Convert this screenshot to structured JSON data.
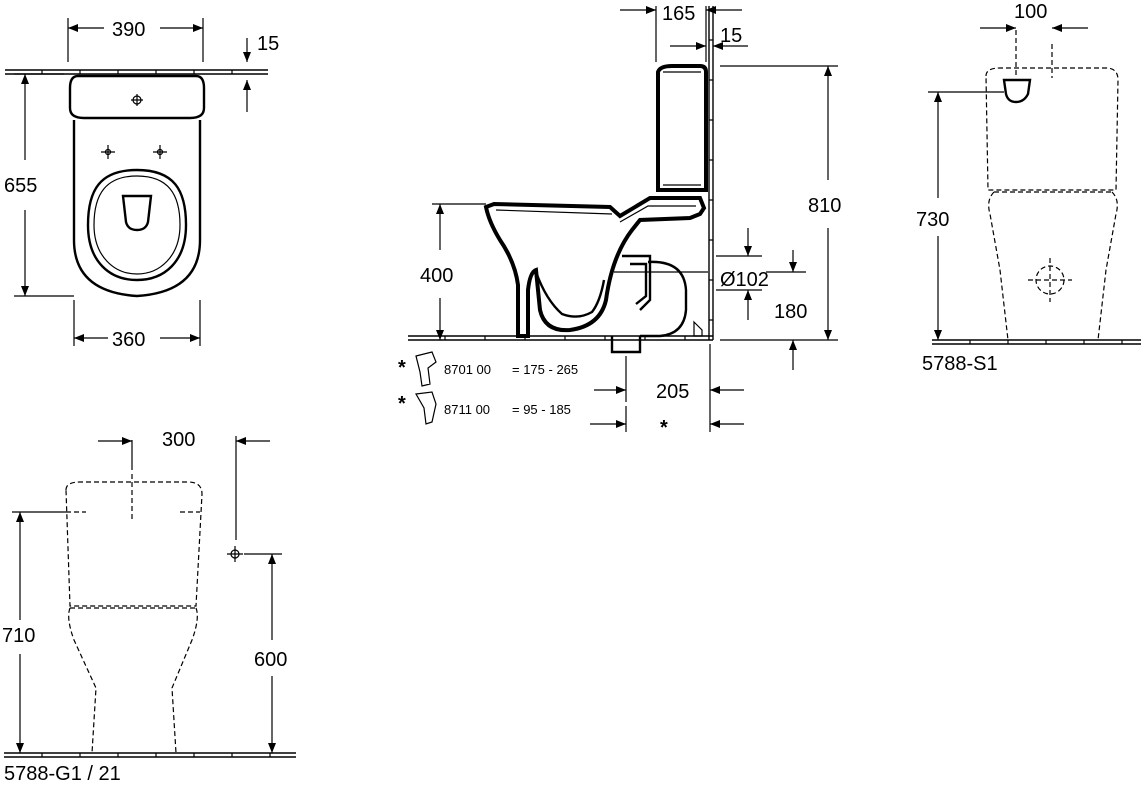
{
  "top_view": {
    "dim_width_tank": "390",
    "dim_wall_gap": "15",
    "dim_depth": "655",
    "dim_width_bowl": "360"
  },
  "side_view": {
    "dim_tank_depth": "165",
    "dim_tank_gap": "15",
    "dim_total_height": "810",
    "dim_seat_height": "400",
    "dim_outlet_diameter": "Ø102",
    "dim_outlet_height": "180",
    "dim_outlet_offset": "205",
    "asterisk": "*",
    "accessories": [
      {
        "code": "8701 00",
        "range": "= 175 -  265"
      },
      {
        "code": "8711 00",
        "range": "=  95 -  185"
      }
    ]
  },
  "front_view_s1": {
    "dim_inlet_offset": "100",
    "dim_height": "730",
    "model": "5788-S1"
  },
  "front_view_g1": {
    "dim_inlet_offset": "300",
    "dim_height": "710",
    "dim_inlet_height": "600",
    "model": "5788-G1 / 21"
  }
}
